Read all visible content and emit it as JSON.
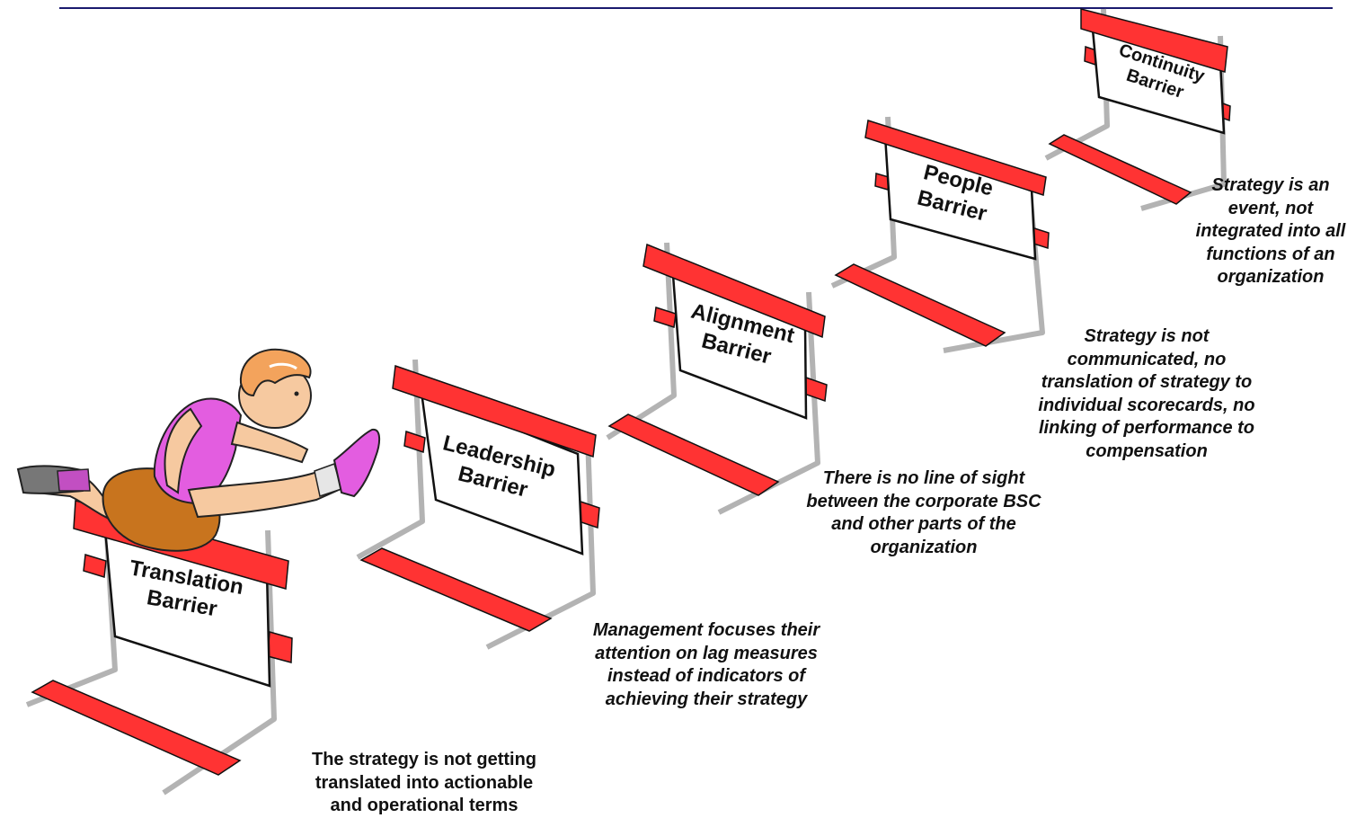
{
  "colors": {
    "rule": "#1a1a6e",
    "hurdle_red": "#ff3333",
    "hurdle_outline": "#111111",
    "board_fill": "#ffffff",
    "post_gray": "#b3b3b3",
    "skin": "#f6c9a0",
    "hair": "#f3a35c",
    "shorts": "#c8741e",
    "singlet": "#e35de0"
  },
  "hurdles": [
    {
      "id": "translation",
      "label": "Translation\nBarrier",
      "description": "The strategy is not getting\ntranslated into actionable\nand operational terms"
    },
    {
      "id": "leadership",
      "label": "Leadership\nBarrier",
      "description": "Management focuses their\nattention on lag measures\ninstead of indicators of\nachieving their strategy"
    },
    {
      "id": "alignment",
      "label": "Alignment\nBarrier",
      "description": "There is no line of sight\nbetween the corporate BSC\nand other parts of the\norganization"
    },
    {
      "id": "people",
      "label": "People\nBarrier",
      "description": "Strategy is not\ncommunicated, no\ntranslation of strategy to\nindividual scorecards, no\nlinking of performance to\ncompensation"
    },
    {
      "id": "continuity",
      "label": "Continuity\nBarrier",
      "description": "Strategy is an\nevent, not\nintegrated into all\nfunctions of an\norganization"
    }
  ],
  "runner": {
    "icon": "hurdler-runner-icon"
  }
}
